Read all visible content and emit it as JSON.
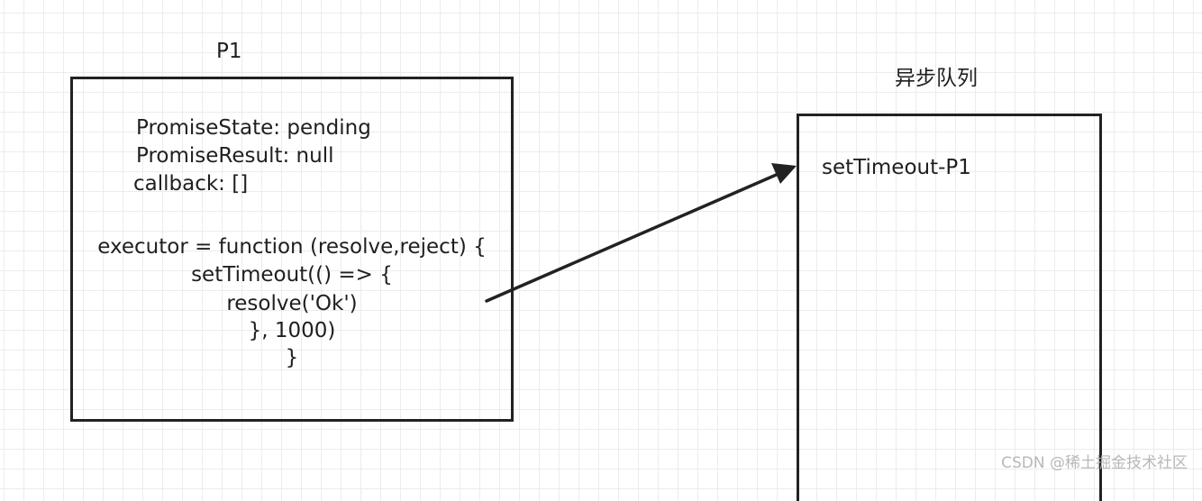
{
  "promise": {
    "title": "P1",
    "state_line": "PromiseState: pending",
    "result_line": "PromiseResult: null",
    "callback_line": "callback: []",
    "executor_lines": [
      "executor = function (resolve,reject) {",
      "setTimeout(() => {",
      "resolve('Ok')",
      "}, 1000)",
      "}"
    ]
  },
  "queue": {
    "title": "异步队列",
    "items": [
      "setTimeout-P1"
    ]
  },
  "watermark": "CSDN @稀土掘金技术社区"
}
